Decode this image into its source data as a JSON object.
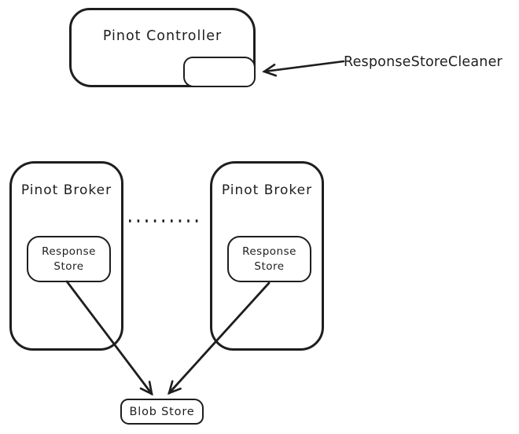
{
  "diagram": {
    "colors": {
      "stroke": "#1e1e1e",
      "background": "#ffffff"
    },
    "controller": {
      "label": "Pinot Controller"
    },
    "cleaner": {
      "label": "ResponseStoreCleaner"
    },
    "brokers": [
      {
        "label": "Pinot Broker",
        "store": {
          "label": "Response Store"
        }
      },
      {
        "label": "Pinot Broker",
        "store": {
          "label": "Response Store"
        }
      }
    ],
    "blob_store": {
      "label": "Blob Store"
    }
  }
}
